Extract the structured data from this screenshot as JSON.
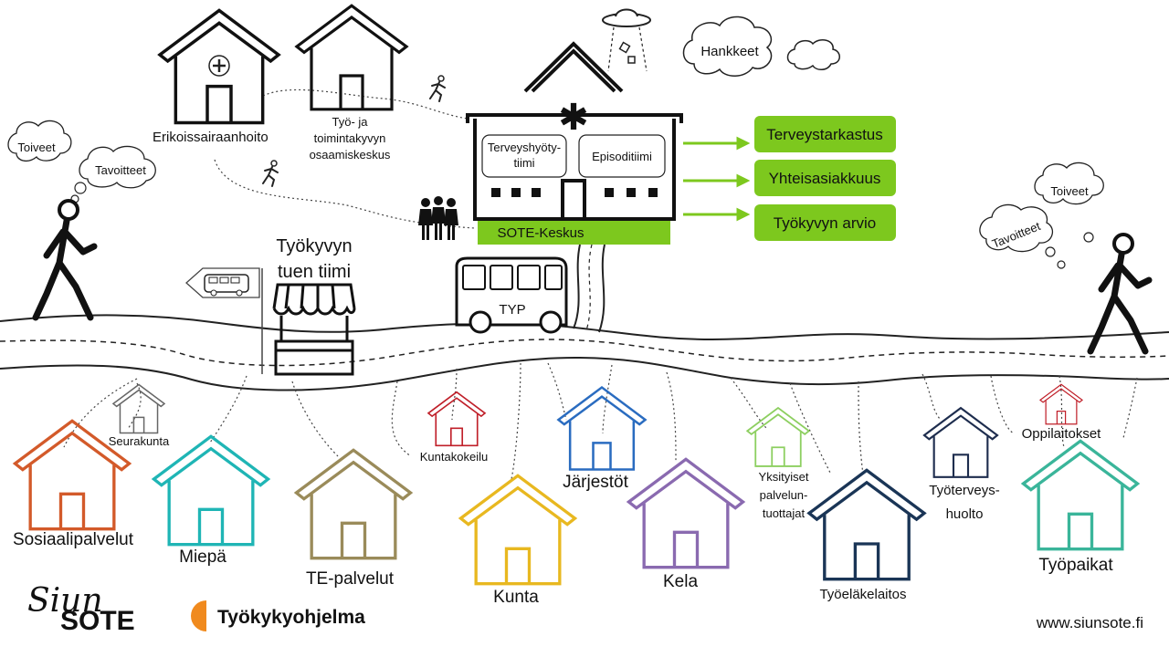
{
  "title": {
    "line1": "Työkyvyn",
    "line2": "tuen tiimi"
  },
  "top_buildings": {
    "erikoissairaanhoito": "Erikoissairaanhoito",
    "tyo_ja": "Työ- ja",
    "toimintakyvyn": "toimintakyvyn",
    "osaamiskeskus": "osaamiskeskus"
  },
  "sote": {
    "terveyshyoty_l1": "Terveyshyöty-",
    "terveyshyoty_l2": "tiimi",
    "episoditiimi": "Episoditiimi",
    "keskus": "SOTE-Keskus",
    "asterisk": "✱"
  },
  "services": [
    "Terveystarkastus",
    "Yhteisasiakkuus",
    "Työkyvyn arvio"
  ],
  "clouds": {
    "hankkeet": "Hankkeet",
    "left_toiveet": "Toiveet",
    "left_tavoitteet": "Tavoitteet",
    "right_toiveet": "Toiveet",
    "right_tavoitteet": "Tavoitteet"
  },
  "bus": {
    "label": "TYP"
  },
  "bottom_houses": {
    "seurakunta": "Seurakunta",
    "sosiaalipalvelut": "Sosiaalipalvelut",
    "miepa": "Miepä",
    "te_palvelut": "TE-palvelut",
    "kuntakokeilu": "Kuntakokeilu",
    "kunta": "Kunta",
    "jarjestot": "Järjestöt",
    "kela": "Kela",
    "yksityiset_l1": "Yksityiset",
    "yksityiset_l2": "palvelun-",
    "yksityiset_l3": "tuottajat",
    "tyoelakelaitos": "Työeläkelaitos",
    "tyoterveys_l1": "Työterveys-",
    "tyoterveys_l2": "huolto",
    "oppilaitokset": "Oppilaitokset",
    "tyopaikat": "Työpaikat"
  },
  "logos": {
    "siun": "Siun",
    "sote": "SOTE",
    "tyokykyohjelma": "Työkykyohjelma"
  },
  "footer": {
    "website": "www.siunsote.fi"
  },
  "colors": {
    "green": "#7dc81e",
    "sosiaalipalvelut": "#d35a2a",
    "miepa": "#1fb5b5",
    "te_palvelut": "#9a8b5a",
    "kunta": "#e8b820",
    "kuntakokeilu": "#c0202a",
    "jarjestot": "#2a6cc0",
    "kela": "#8a6ab0",
    "yksityiset": "#8dcf60",
    "tyoelakelaitos": "#1a3556",
    "tyoterveys": "#1e2d4e",
    "oppilaitokset": "#c0202a",
    "tyopaikat": "#3ab59a",
    "seurakunta": "#666666",
    "logo_orange": "#f08a1e"
  },
  "icons": [
    "house-icon",
    "hospital-cross-icon",
    "running-person-icon",
    "ufo-icon",
    "people-group-icon",
    "walking-person-icon",
    "bus-icon",
    "market-stall-icon",
    "bus-sign-icon",
    "thought-cloud-icon"
  ]
}
